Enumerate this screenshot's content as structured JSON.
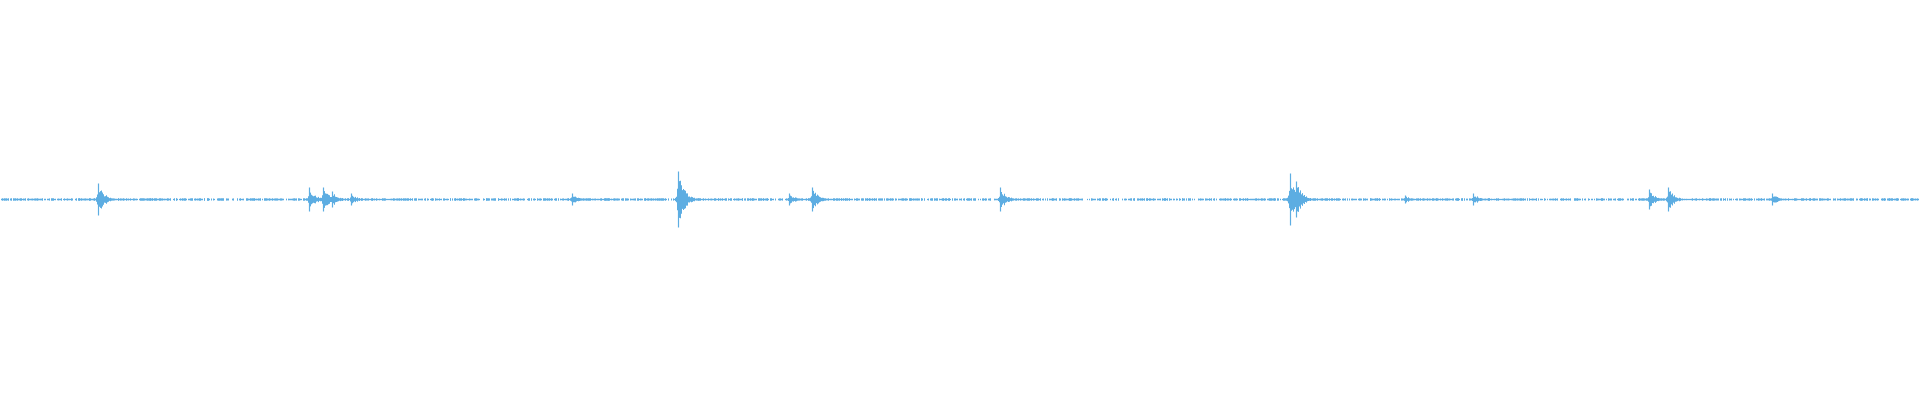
{
  "waveform": {
    "color": "#5dade2",
    "background": "#ffffff",
    "peaks": [
      {
        "position": 0.051,
        "level": 0.04
      },
      {
        "position": 0.161,
        "level": 0.03
      },
      {
        "position": 0.168,
        "level": 0.03
      },
      {
        "position": 0.173,
        "level": 0.02
      },
      {
        "position": 0.183,
        "level": 0.015
      },
      {
        "position": 0.298,
        "level": 0.015
      },
      {
        "position": 0.353,
        "level": 0.07
      },
      {
        "position": 0.411,
        "level": 0.015
      },
      {
        "position": 0.423,
        "level": 0.03
      },
      {
        "position": 0.521,
        "level": 0.03
      },
      {
        "position": 0.672,
        "level": 0.065
      },
      {
        "position": 0.675,
        "level": 0.045
      },
      {
        "position": 0.732,
        "level": 0.01
      },
      {
        "position": 0.767,
        "level": 0.015
      },
      {
        "position": 0.859,
        "level": 0.025
      },
      {
        "position": 0.869,
        "level": 0.03
      },
      {
        "position": 0.923,
        "level": 0.015
      }
    ]
  }
}
